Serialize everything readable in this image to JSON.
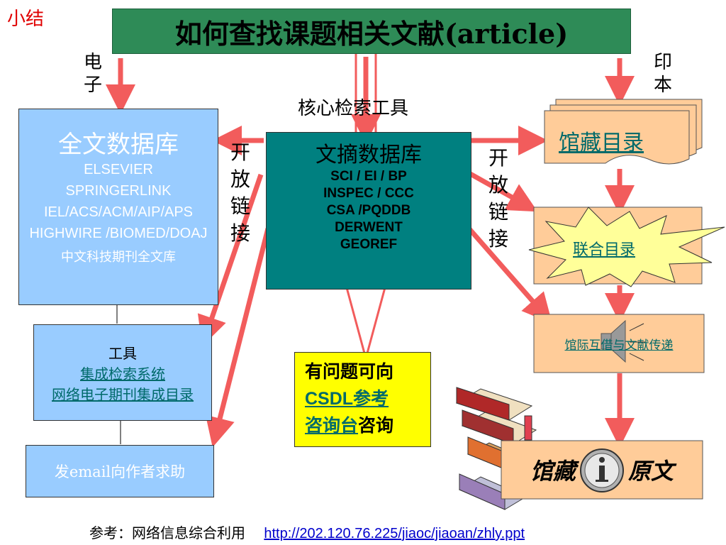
{
  "summary_label": "小结",
  "title": "如何查找课题相关文献(article)",
  "left_side_label": [
    "电",
    "子"
  ],
  "right_side_label": [
    "印",
    "本"
  ],
  "core_tools_label": "核心检索工具",
  "fulltext_db": {
    "title": "全文数据库",
    "lines": [
      "ELSEVIER",
      "SPRINGERLINK",
      "IEL/ACS/ACM/AIP/APS",
      "HIGHWIRE /BIOMED/DOAJ"
    ],
    "chinese": "中文科技期刊全文库"
  },
  "abstract_db": {
    "title": "文摘数据库",
    "lines": [
      "SCI / EI / BP",
      "INSPEC / CCC",
      "CSA /PQDDB",
      "DERWENT",
      "GEOREF"
    ]
  },
  "open_link_left": [
    "开",
    "放",
    "链",
    "接"
  ],
  "open_link_right": [
    "开",
    "放",
    "链",
    "接"
  ],
  "tools_box": {
    "heading": "工具",
    "link1": "集成检索系统",
    "link2": "网络电子期刊集成目录"
  },
  "email_box": "发email向作者求助",
  "help_box": {
    "line1": "有问题可向",
    "csdl": "CSDL",
    "ref": "参考",
    "desk": "咨询台",
    "consult": "咨询"
  },
  "library_catalog": "馆藏目录",
  "union_catalog": "联合目录",
  "ill": "馆际互借与文献传递",
  "original": {
    "left": "馆藏",
    "right": "原文"
  },
  "footer": {
    "text": "参考：网络信息综合利用",
    "url": "http://202.120.76.225/jiaoc/jiaoan/zhly.ppt"
  },
  "colors": {
    "arrow": "#f25c5c",
    "title_bg": "#2e8b57",
    "fulltext_bg": "#99ccff",
    "abstract_bg": "#008080",
    "orange_box": "#ffcc99",
    "yellow_box": "#ffff00",
    "link": "#006a6a"
  }
}
